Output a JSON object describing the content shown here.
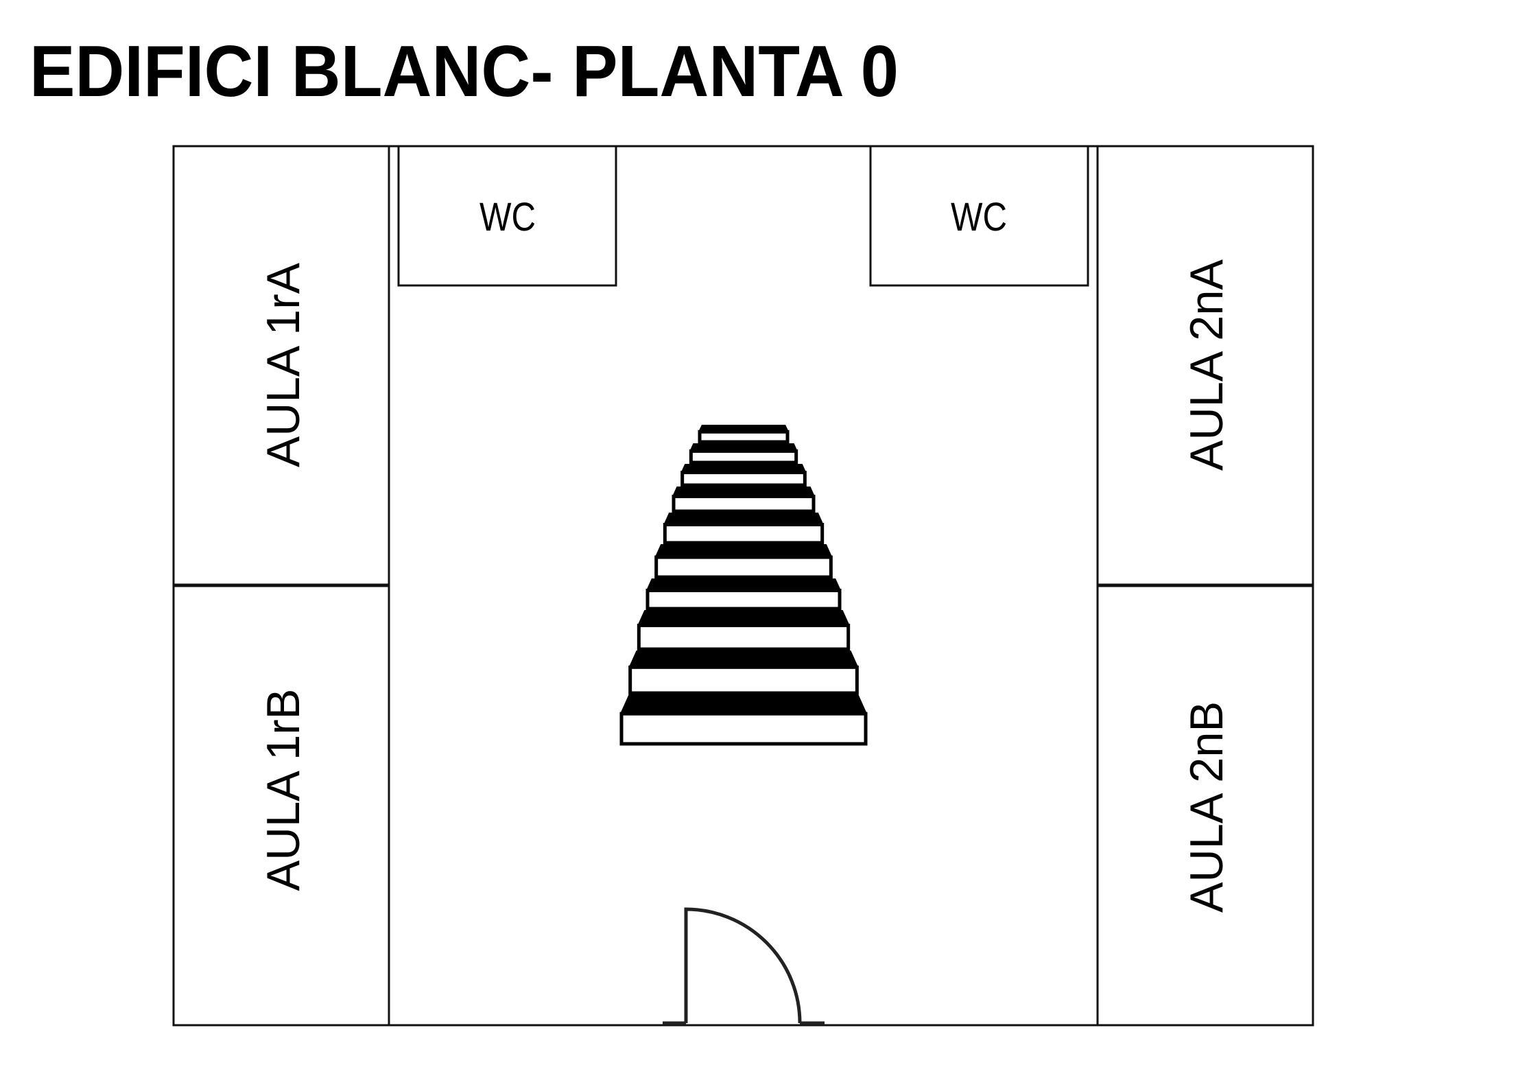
{
  "title": "EDIFICI BLANC- PLANTA 0",
  "rooms": {
    "wc_left": "WC",
    "wc_right": "WC",
    "aula_1ra": "AULA 1rA",
    "aula_1rb": "AULA 1rB",
    "aula_2na": "AULA 2nA",
    "aula_2nb": "AULA 2nB"
  },
  "stairs": {
    "steps": 10
  }
}
